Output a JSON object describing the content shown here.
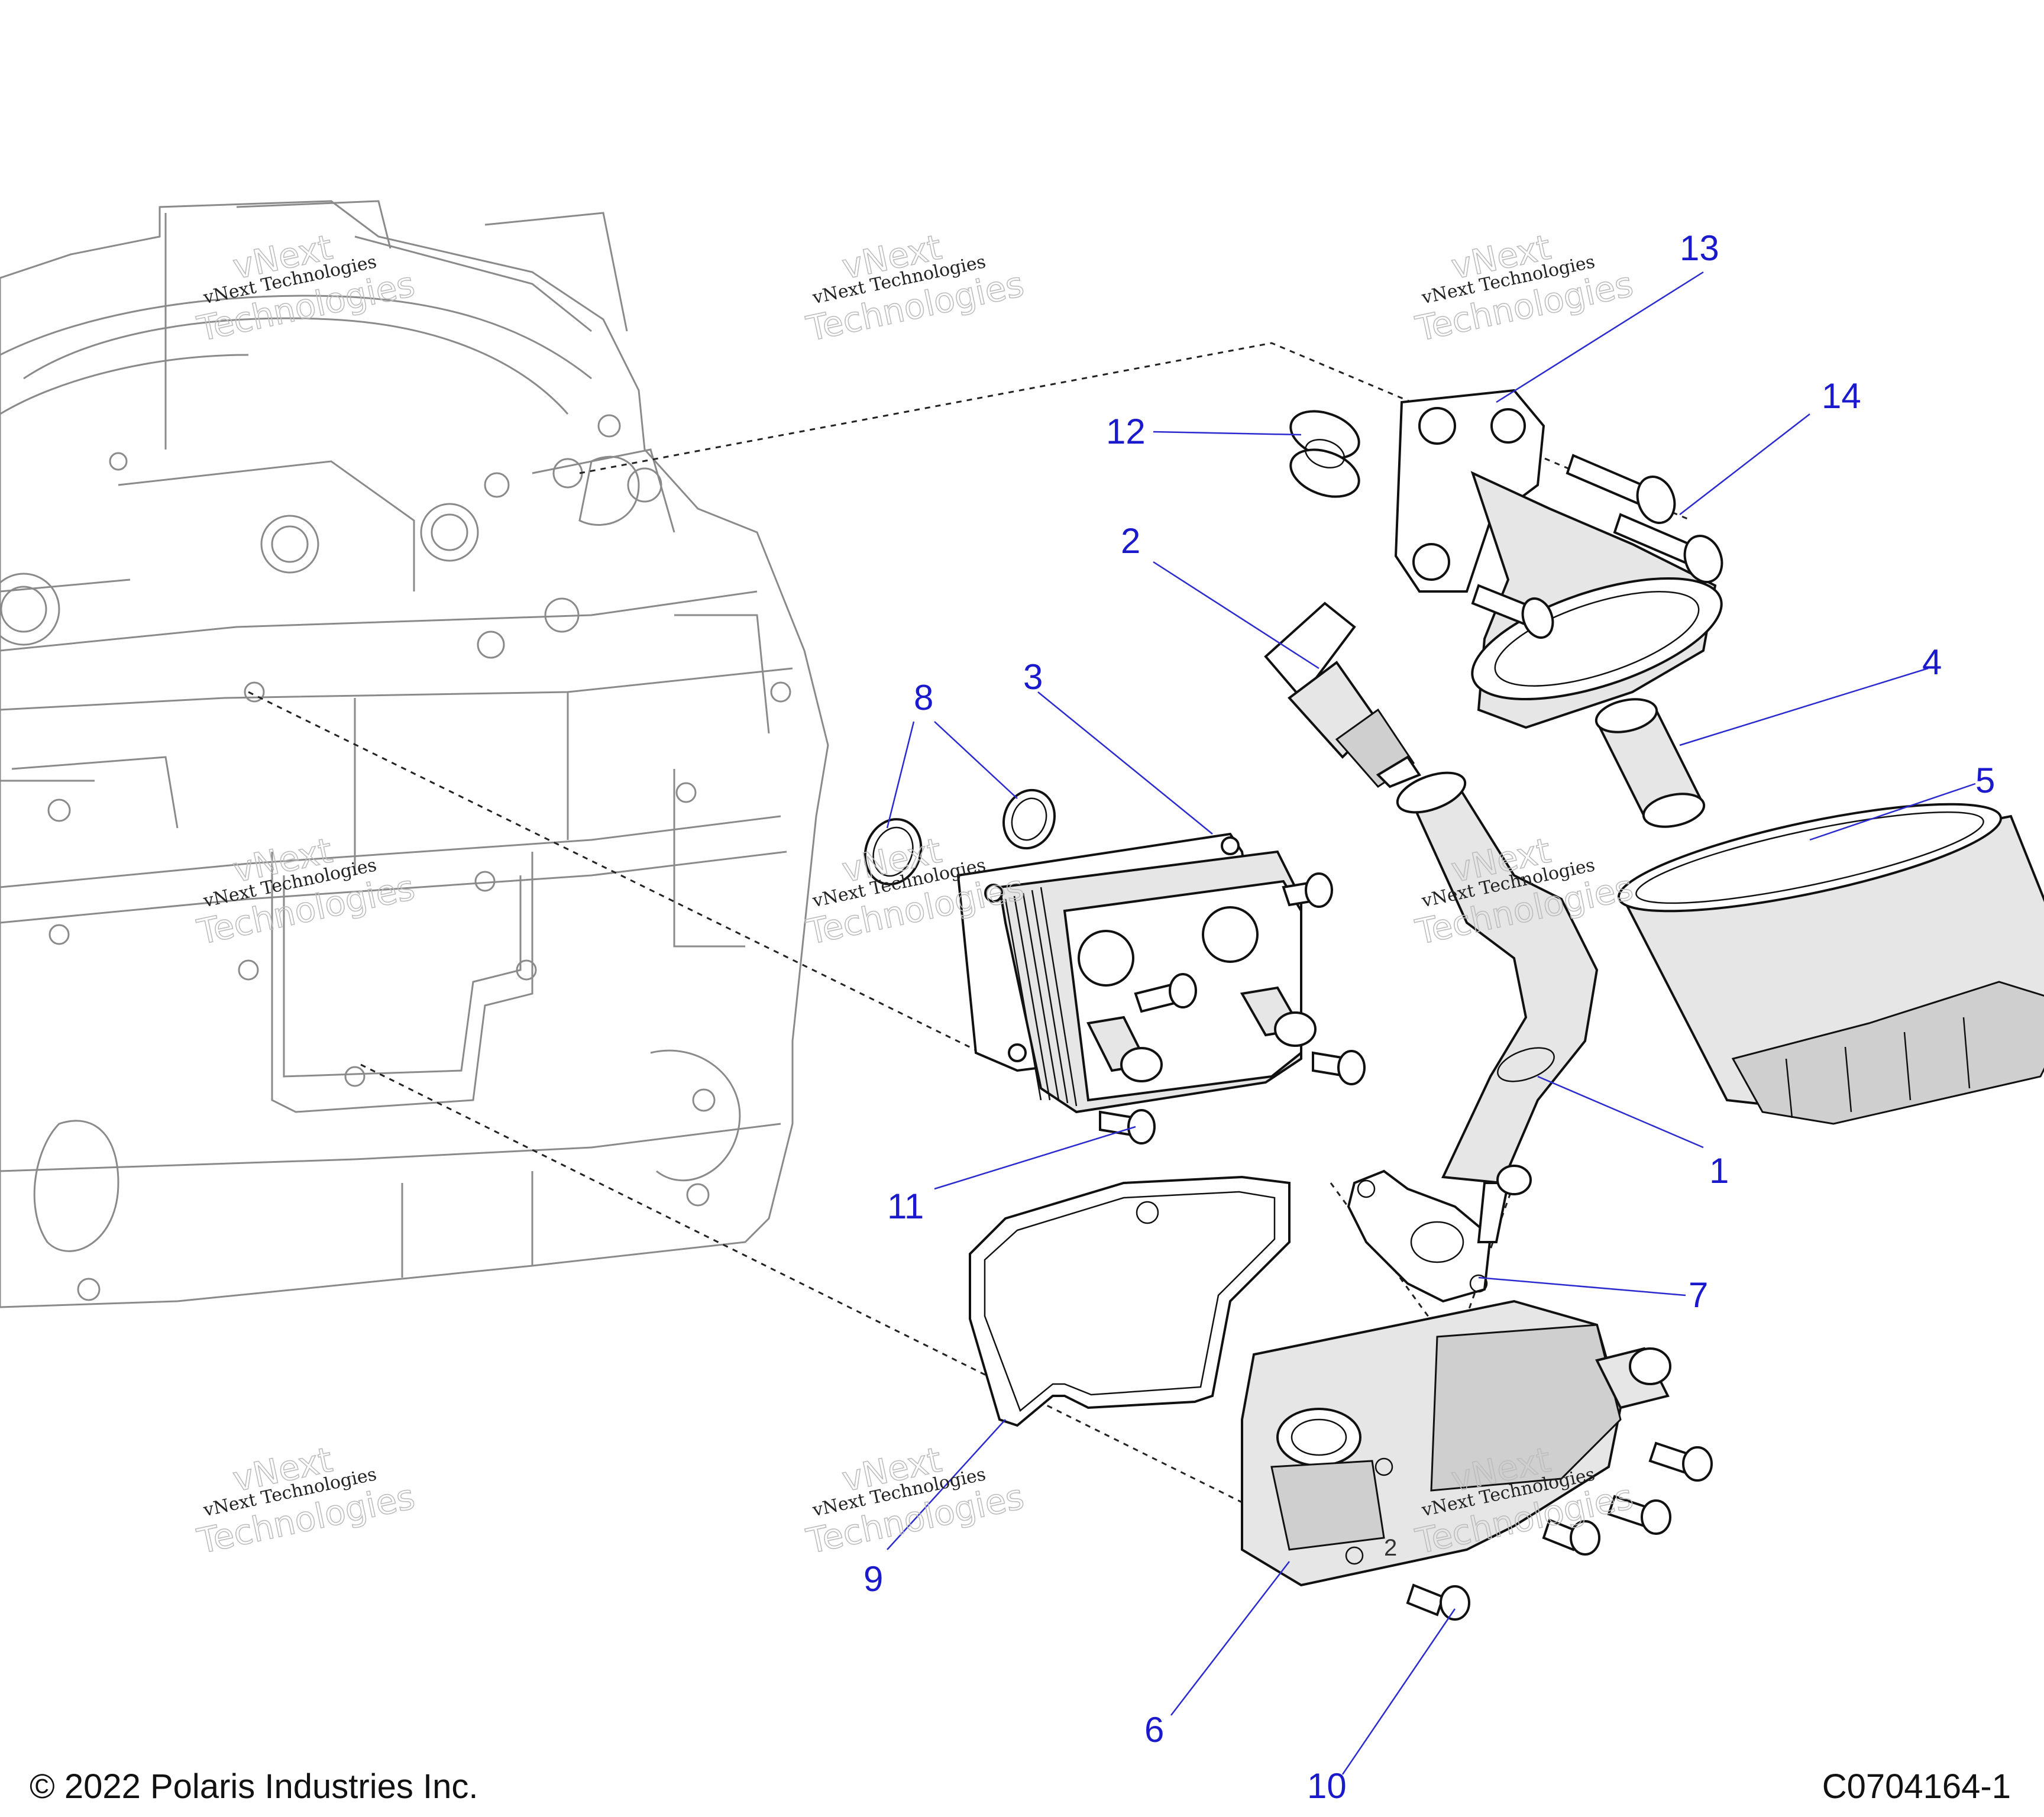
{
  "callouts": {
    "c1": "1",
    "c2": "2",
    "c3": "3",
    "c4": "4",
    "c5": "5",
    "c6": "6",
    "c7": "7",
    "c8": "8",
    "c9": "9",
    "c10": "10",
    "c11": "11",
    "c12": "12",
    "c13": "13",
    "c14": "14"
  },
  "watermark": {
    "line1": "vNext Technologies",
    "line2": "vNext",
    "line3": "Technologies"
  },
  "footer": {
    "copyright": "© 2022 Polaris Industries Inc.",
    "figure_id": "C0704164-1"
  }
}
